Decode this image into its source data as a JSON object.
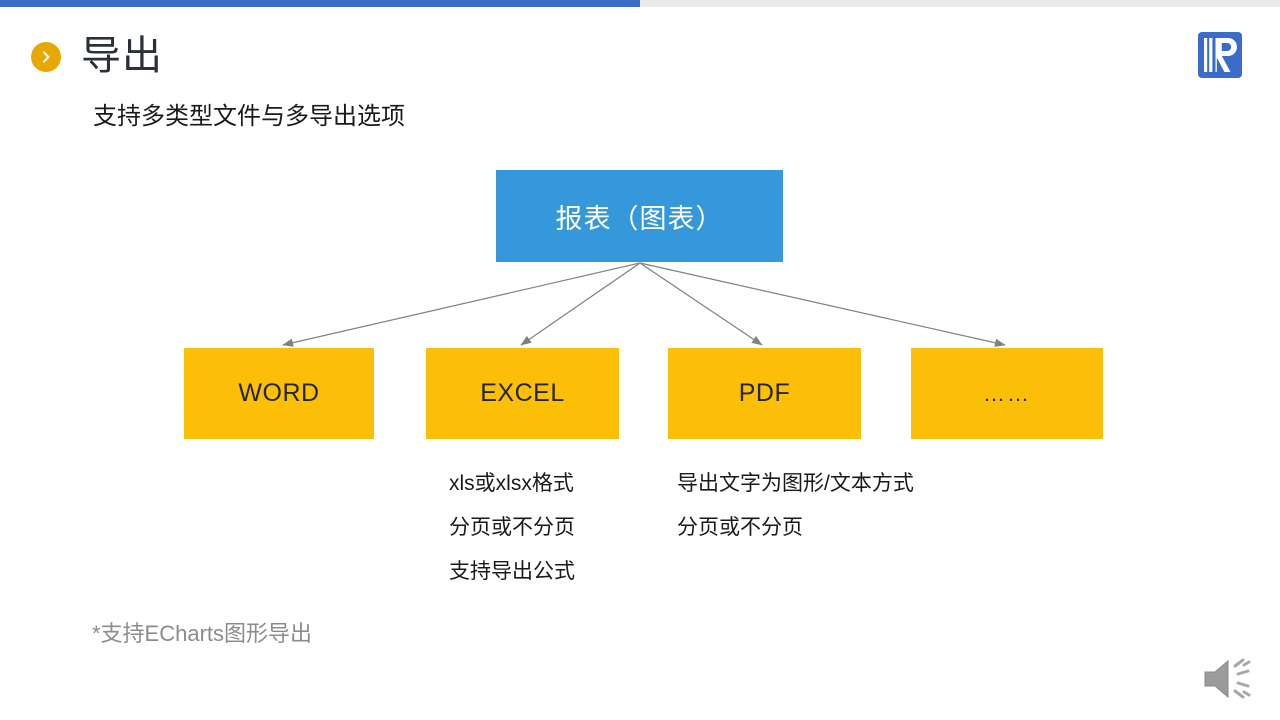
{
  "progress": {
    "percent": 50,
    "fill_color": "#3a6cc8",
    "track_color": "#ebebeb"
  },
  "header": {
    "bullet_icon": "chevron-right-circle-icon",
    "title": "导出",
    "subtitle": "支持多类型文件与多导出选项",
    "accent_color": "#e8a802"
  },
  "brand": {
    "logo_icon": "brand-logo-icon",
    "color": "#3a6cc8"
  },
  "diagram": {
    "type": "tree",
    "root": {
      "label": "报表（图表）",
      "fill": "#3498db",
      "text_color": "#ffffff"
    },
    "leaves": [
      {
        "label": "WORD",
        "fill": "#fcbf07",
        "text_color": "#262626"
      },
      {
        "label": "EXCEL",
        "fill": "#fcbf07",
        "text_color": "#262626"
      },
      {
        "label": "PDF",
        "fill": "#fcbf07",
        "text_color": "#262626"
      },
      {
        "label": "……",
        "fill": "#fcbf07",
        "text_color": "#262626"
      }
    ],
    "connector_color": "#808080",
    "notes": {
      "excel": [
        "xls或xlsx格式",
        "分页或不分页",
        "支持导出公式"
      ],
      "pdf": [
        "导出文字为图形/文本方式",
        "分页或不分页"
      ]
    }
  },
  "footnote": {
    "text": "*支持ECharts图形导出",
    "color": "#8c8c8c"
  },
  "media": {
    "speaker_icon": "speaker-volume-icon"
  }
}
